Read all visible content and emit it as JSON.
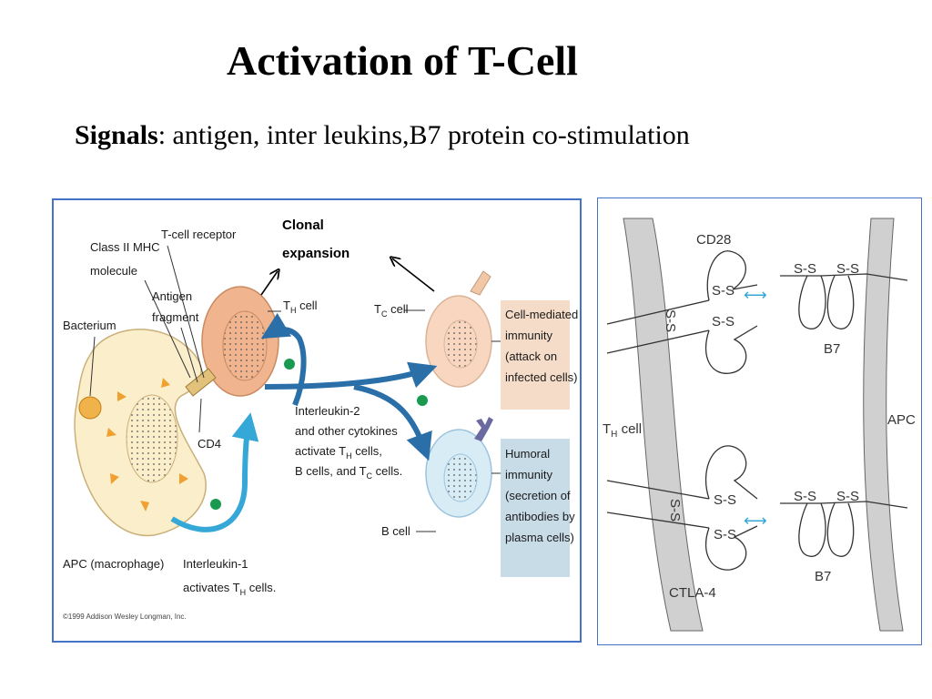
{
  "slide": {
    "title": "Activation of T-Cell",
    "signals_label": "Signals",
    "signals_text": ": antigen, inter leukins,B7 protein co-stimulation"
  },
  "left_diagram": {
    "clonal_line1": "Clonal",
    "clonal_line2": "expansion",
    "class2_line1": "Class II MHC",
    "class2_line2": "molecule",
    "tcr": "T-cell receptor",
    "antigen_line1": "Antigen",
    "antigen_line2": "fragment",
    "bacterium": "Bacterium",
    "th_cell": "T",
    "th_sub": "H",
    "th_suffix": " cell",
    "tc_cell": "T",
    "tc_sub": "C",
    "tc_suffix": " cell",
    "cd4": "CD4",
    "il2_line1": "Interleukin-2",
    "il2_line2": "and other cytokines",
    "il2_line3_a": "activate T",
    "il2_line3_sub": "H",
    "il2_line3_b": " cells,",
    "il2_line4_a": "B cells, and T",
    "il2_line4_sub": "C",
    "il2_line4_b": " cells.",
    "b_cell": "B cell",
    "apc": "APC (macrophage)",
    "il1_line1": "Interleukin-1",
    "il1_line2_a": "activates T",
    "il1_line2_sub": "H",
    "il1_line2_b": " cells.",
    "cellmed": [
      "Cell-mediated",
      "immunity",
      "(attack on",
      "infected cells)"
    ],
    "humoral": [
      "Humoral",
      "immunity",
      "(secretion of",
      "antibodies by",
      "plasma cells)"
    ],
    "copyright": "©1999 Addison Wesley Longman, Inc.",
    "colors": {
      "tc_box": "#f5dcc8",
      "humoral_box": "#c8dce8",
      "arrow_blue": "#2a6fa8",
      "arrow_cyan": "#35a8d8"
    }
  },
  "right_diagram": {
    "cd28": "CD28",
    "b7_top": "B7",
    "th_cell": "T",
    "th_sub": "H",
    "th_suffix": " cell",
    "apc": "APC",
    "ctla4": "CTLA-4",
    "b7_bottom": "B7",
    "ss": "S-S",
    "arrow_color": "#35a8d8"
  }
}
